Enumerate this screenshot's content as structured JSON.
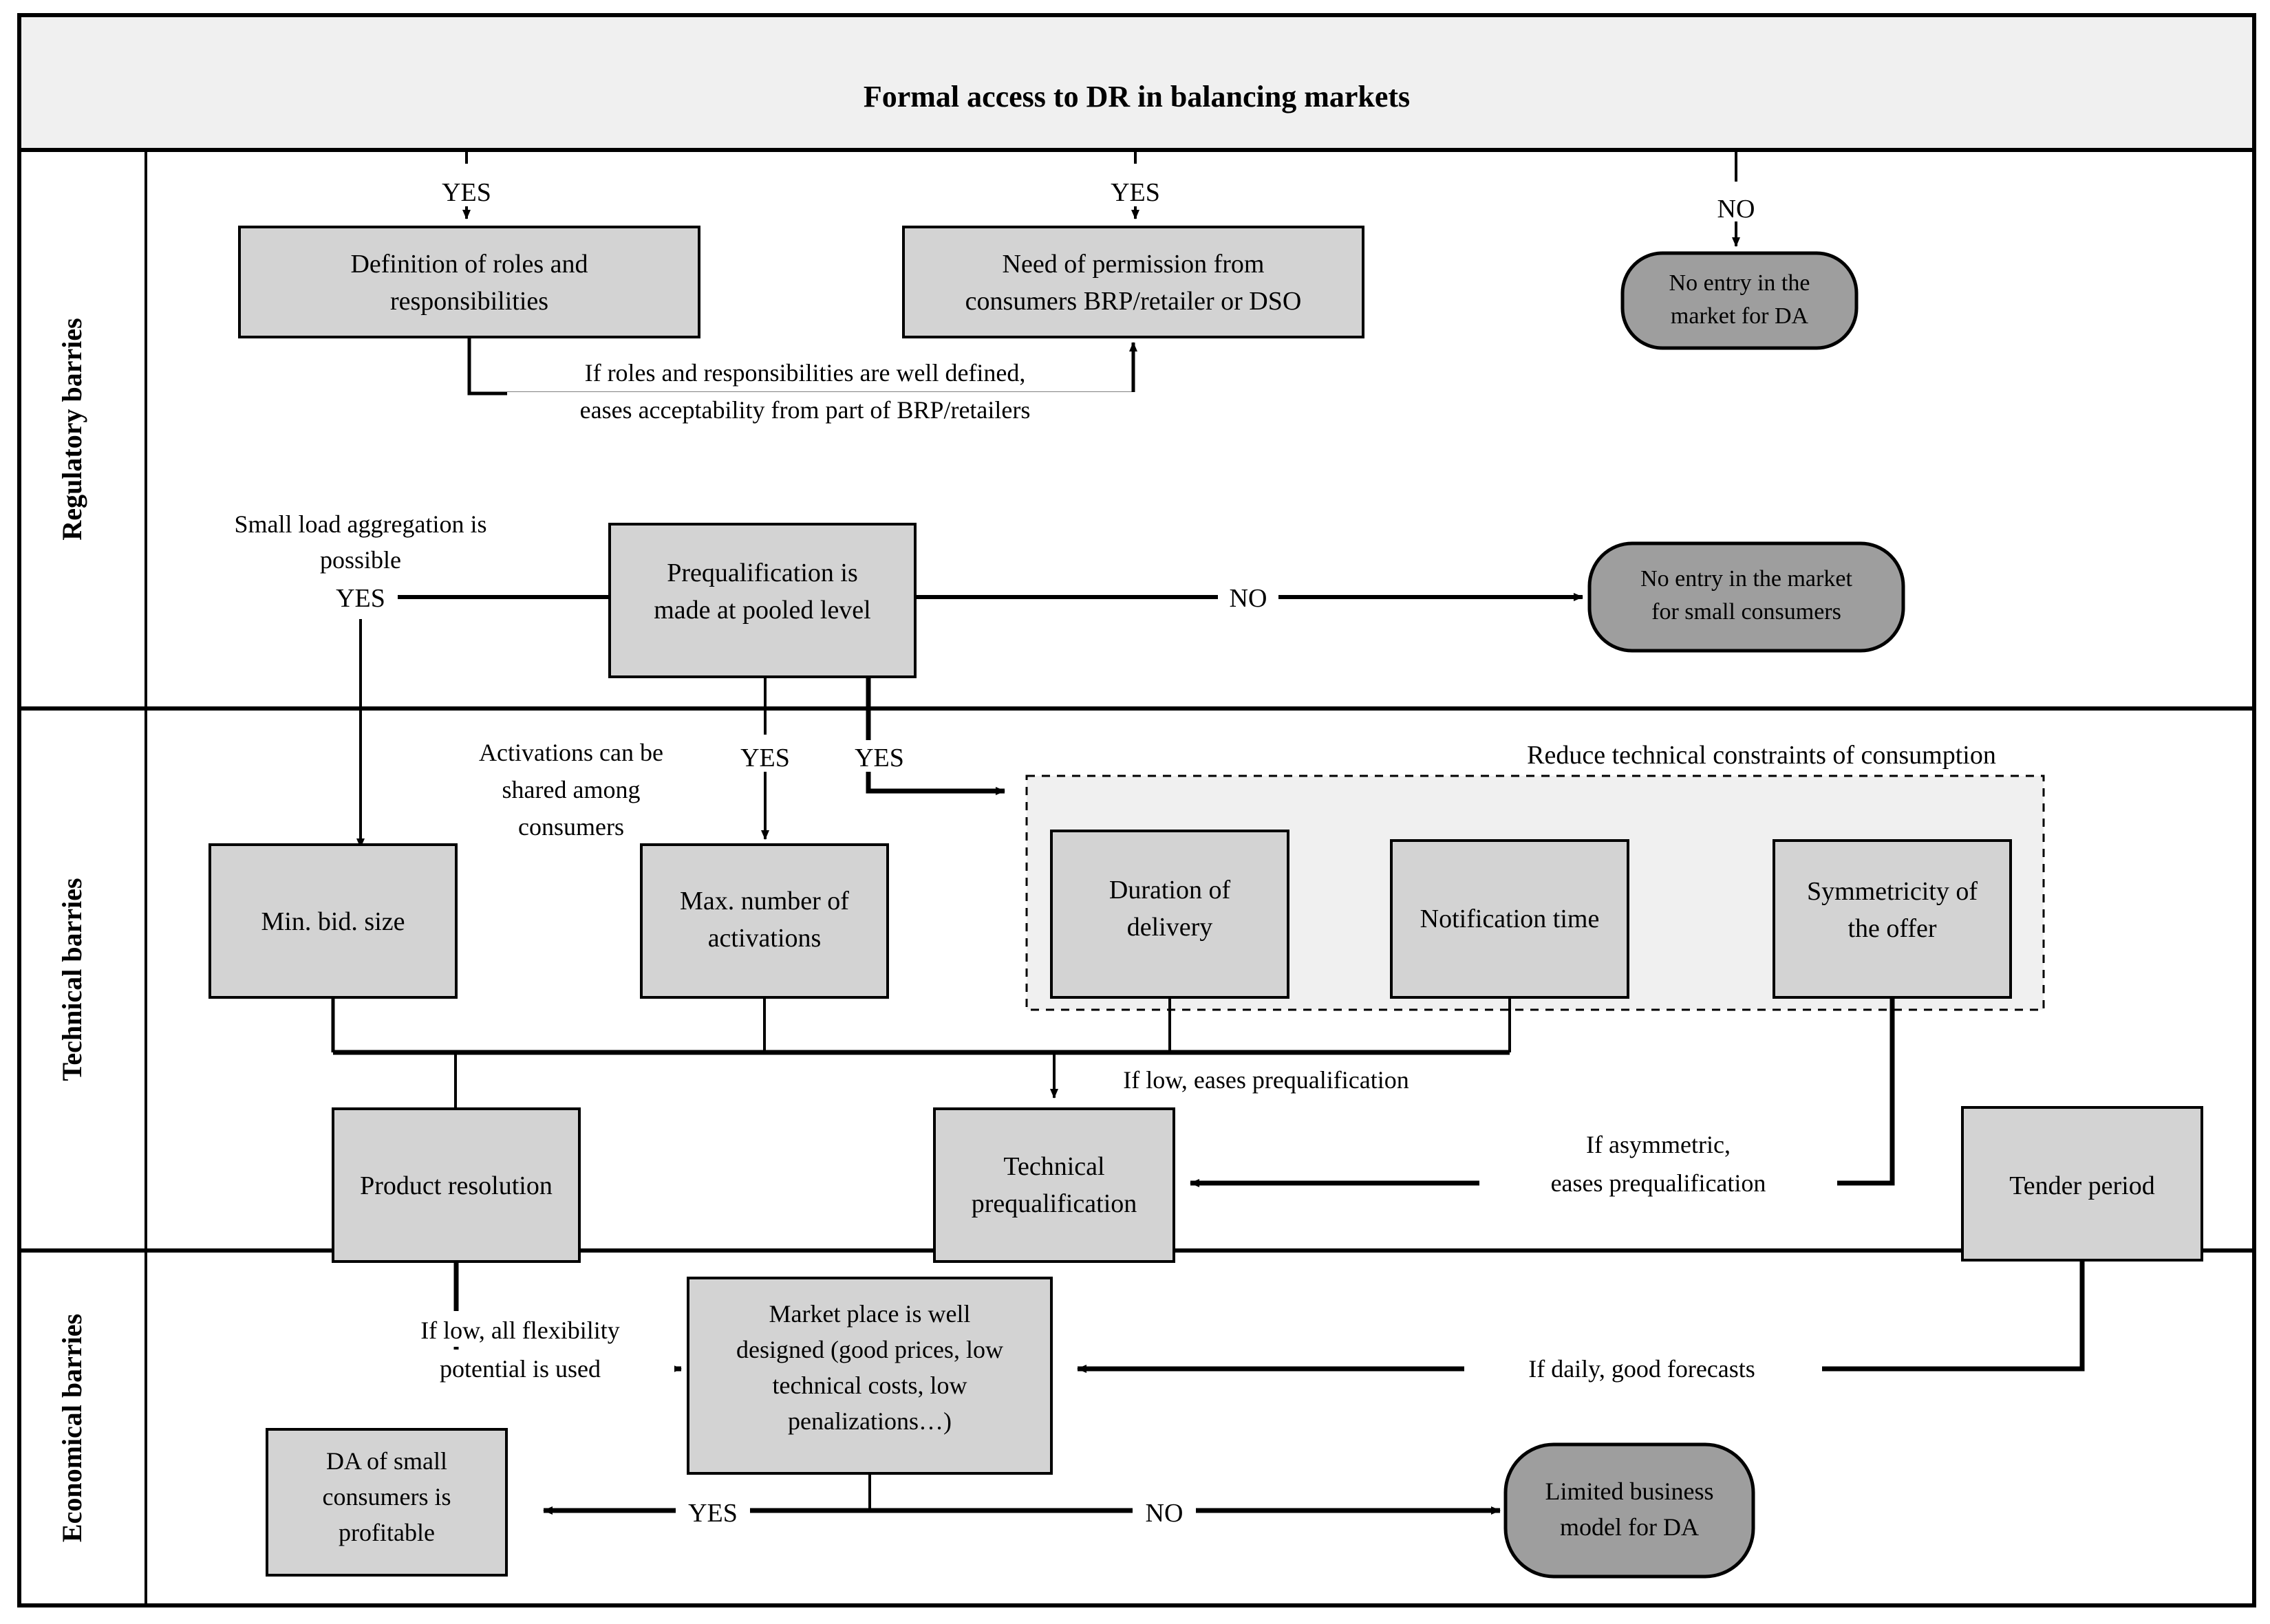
{
  "header": {
    "title": "Formal access to DR in balancing markets",
    "fill": "#f0f0f0"
  },
  "colors": {
    "box_fill": "#d3d3d3",
    "terminal_fill": "#9e9e9e",
    "group_fill": "#f0f0f0",
    "stroke": "#000000",
    "header_fill": "#f0f0f0"
  },
  "rows": [
    {
      "id": "regulatory",
      "label": "Regulatory barries"
    },
    {
      "id": "technical",
      "label": "Technical barries"
    },
    {
      "id": "economical",
      "label": "Economical barries"
    }
  ],
  "group_labels": [
    {
      "id": "reduce-technical-constraints",
      "text": "Reduce technical constraints of consumption"
    }
  ],
  "nodes": [
    {
      "id": "definition-of-roles",
      "shape": "rect",
      "lines": [
        "Definition of roles and",
        "responsibilities"
      ]
    },
    {
      "id": "need-of-permission",
      "shape": "rect",
      "lines": [
        "Need of permission from",
        "consumers BRP/retailer or DSO"
      ]
    },
    {
      "id": "no-entry-market-da",
      "shape": "terminal",
      "lines": [
        "No entry in the",
        "market for DA"
      ]
    },
    {
      "id": "prequalification-pooled",
      "shape": "rect",
      "lines": [
        "Prequalification is",
        "made at pooled level"
      ]
    },
    {
      "id": "no-entry-small-consumers",
      "shape": "terminal",
      "lines": [
        "No entry in the market",
        "for small consumers"
      ]
    },
    {
      "id": "min-bid-size",
      "shape": "rect",
      "lines": [
        "Min. bid. size"
      ]
    },
    {
      "id": "max-number-activations",
      "shape": "rect",
      "lines": [
        "Max. number of",
        "activations"
      ]
    },
    {
      "id": "duration-of-delivery",
      "shape": "rect",
      "lines": [
        "Duration of",
        "delivery"
      ]
    },
    {
      "id": "notification-time",
      "shape": "rect",
      "lines": [
        "Notification time"
      ]
    },
    {
      "id": "symmetricity-of-offer",
      "shape": "rect",
      "lines": [
        "Symmetricity of",
        "the offer"
      ]
    },
    {
      "id": "product-resolution",
      "shape": "rect",
      "lines": [
        "Product resolution"
      ]
    },
    {
      "id": "technical-prequalification",
      "shape": "rect",
      "lines": [
        "Technical",
        "prequalification"
      ]
    },
    {
      "id": "tender-period",
      "shape": "rect",
      "lines": [
        "Tender period"
      ]
    },
    {
      "id": "market-place-well-designed",
      "shape": "rect",
      "lines": [
        "Market place is well",
        "designed (good prices, low",
        "technical costs, low",
        "penalizations…)"
      ]
    },
    {
      "id": "da-small-consumers-profitable",
      "shape": "rect",
      "lines": [
        "DA of small",
        "consumers is",
        "profitable"
      ]
    },
    {
      "id": "limited-business-model",
      "shape": "terminal",
      "lines": [
        "Limited business",
        "model for DA"
      ]
    }
  ],
  "edge_labels": [
    {
      "id": "yes-definition-roles",
      "text": "YES"
    },
    {
      "id": "yes-need-permission",
      "text": "YES"
    },
    {
      "id": "no-market-da",
      "text": "NO"
    },
    {
      "id": "small-load-aggregation",
      "lines": [
        "Small load aggregation is",
        "possible"
      ]
    },
    {
      "id": "yes-small-load",
      "text": "YES"
    },
    {
      "id": "no-prequalification-small",
      "text": "NO"
    },
    {
      "id": "roles-well-defined",
      "lines": [
        "If roles and responsibilities are well defined,",
        "eases acceptability from part of BRP/retailers"
      ]
    },
    {
      "id": "activations-shared",
      "lines": [
        "Activations can be",
        "shared among",
        "consumers"
      ]
    },
    {
      "id": "yes-max-activations",
      "text": "YES"
    },
    {
      "id": "yes-reduce-constraints",
      "text": "YES"
    },
    {
      "id": "if-low-eases-prequal",
      "text": "If low, eases prequalification"
    },
    {
      "id": "if-asymmetric-eases",
      "lines": [
        "If asymmetric,",
        "eases prequalification"
      ]
    },
    {
      "id": "if-low-all-flexibility",
      "lines": [
        "If low, all flexibility",
        "potential is used"
      ]
    },
    {
      "id": "if-daily-good-forecasts",
      "text": "If daily, good forecasts"
    },
    {
      "id": "yes-da-profitable",
      "text": "YES"
    },
    {
      "id": "no-limited-business",
      "text": "NO"
    }
  ]
}
